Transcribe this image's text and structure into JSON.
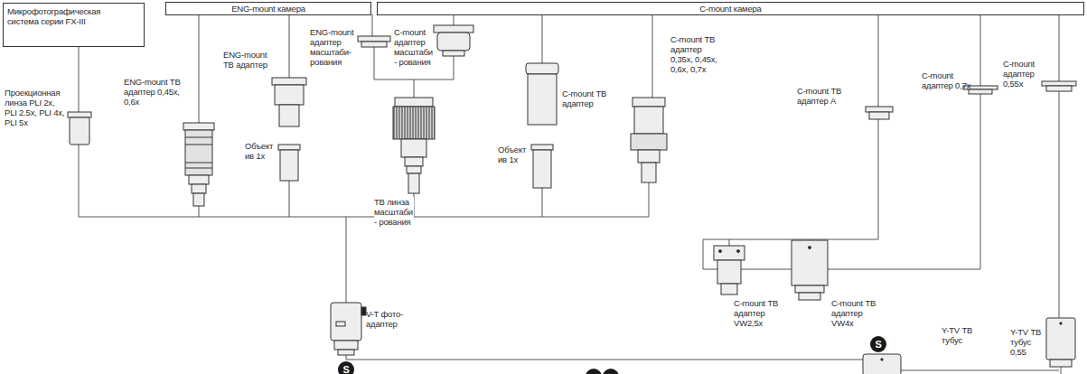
{
  "diagram": {
    "nodes": [
      {
        "text": [
          "Микрофотографическая система серии FX-III"
        ]
      },
      {
        "text": [
          "ENG-mount камера"
        ]
      },
      {
        "text": [
          "C-mount камера"
        ]
      },
      {
        "text": [
          "S"
        ]
      },
      {
        "text": [
          "S"
        ]
      }
    ],
    "labels": [
      "Проекционная линза PLI 2x, PLI 2.5x, PLI 4x, PLI 5x",
      "ENG-mount ТВ адаптер 0,45x, 0,6x",
      "ENG-mount ТВ адаптер",
      "Объектив 1x",
      "ENG-mount адаптер масштаби- рования",
      "C-mount адаптер масштаби- рования",
      "ТВ линза масштаби- рования",
      "C-mount ТВ адаптер",
      "Объектив 1x",
      "C-mount ТВ адаптер 0,35x, 0,45x, 0,6x, 0,7x",
      "C-mount ТВ адаптер A",
      "C-mount адаптер 0,7x",
      "C-mount адаптер 0,55x",
      "C-mount ТВ адаптер VW2,5x",
      "C-mount ТВ адаптер VW4x",
      "V-T фото-адаптер",
      "Y-TV ТВ тубус",
      "Y-TV ТВ тубус 0,55"
    ]
  }
}
